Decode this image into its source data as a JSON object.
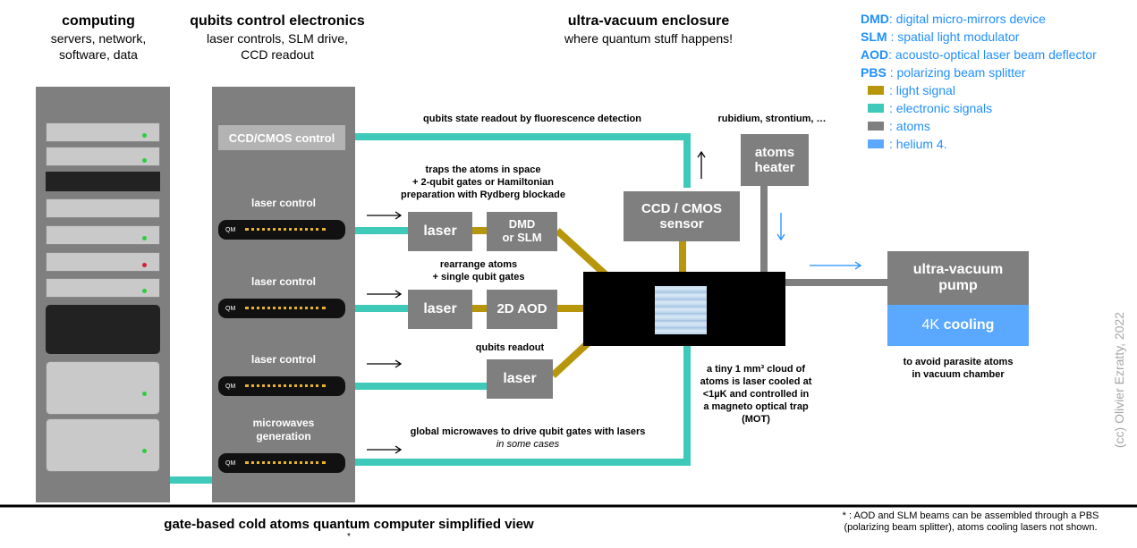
{
  "headers": {
    "computing": {
      "title": "computing",
      "sub1": "servers, network,",
      "sub2": "software, data"
    },
    "qubits": {
      "title": "qubits control electronics",
      "sub1": "laser controls, SLM drive,",
      "sub2": "CCD readout"
    },
    "vacuum": {
      "title": "ultra-vacuum enclosure",
      "sub1": "where quantum stuff happens!"
    }
  },
  "legend": [
    {
      "key": "DMD",
      "text": ": digital micro-mirrors device"
    },
    {
      "key": "SLM",
      "text": ": spatial light modulator"
    },
    {
      "key": "AOD",
      "text": ": acousto-optical laser beam deflector"
    },
    {
      "key": "PBS",
      "text": ": polarizing beam splitter"
    },
    {
      "swatch": "#b8960c",
      "text": ": light signal"
    },
    {
      "swatch": "#3ec9b8",
      "text": ": electronic signals"
    },
    {
      "swatch": "#7f7f7f",
      "text": ": atoms"
    },
    {
      "swatch": "#5aa8ff",
      "text": ": helium 4."
    }
  ],
  "control": {
    "ccd": "CCD/CMOS control",
    "laser1": "laser control",
    "laser2": "laser control",
    "laser3": "laser control",
    "microwaves1": "microwaves",
    "microwaves2": "generation",
    "qm": "QM"
  },
  "boxes": {
    "laser1": "laser",
    "dmd1": "DMD",
    "dmd2": "or SLM",
    "laser2": "laser",
    "aod": "2D AOD",
    "laser3": "laser",
    "ccd1": "CCD / CMOS",
    "ccd2": "sensor",
    "heater1": "atoms",
    "heater2": "heater",
    "pump1": "ultra-vacuum",
    "pump2": "pump",
    "cooling_num": "4K",
    "cooling_word": "cooling"
  },
  "labels": {
    "readout_fluor": "qubits state readout by fluorescence detection",
    "rubidium": "rubidium, strontium, …",
    "traps1": "traps the atoms in space",
    "traps2": "+ 2-qubit gates or Hamiltonian",
    "traps3": "preparation with Rydberg blockade",
    "rearrange1": "rearrange atoms",
    "rearrange2": "+ single qubit gates",
    "qreadout": "qubits readout",
    "cloud1": "a tiny 1 mm³ cloud of",
    "cloud2": "atoms is laser cooled at",
    "cloud3": "<1µK and controlled in",
    "cloud4": "a magneto optical trap",
    "cloud5": "(MOT)",
    "global1": "global microwaves to drive qubit gates with lasers",
    "global2": "in some cases",
    "avoid1": "to avoid parasite atoms",
    "avoid2": "in vacuum chamber"
  },
  "footer": {
    "title": "gate-based cold atoms quantum computer simplified view",
    "star": "*",
    "note1": "* : AOD and SLM beams can be assembled through a PBS",
    "note2": "(polarizing beam splitter), atoms cooling lasers not shown.",
    "credit": "(cc) Olivier Ezratty, 2022"
  },
  "colors": {
    "light": "#b8960c",
    "electronic": "#3ec9b8",
    "atoms": "#7f7f7f",
    "helium": "#5aa8ff",
    "key": "#1f8fff"
  }
}
